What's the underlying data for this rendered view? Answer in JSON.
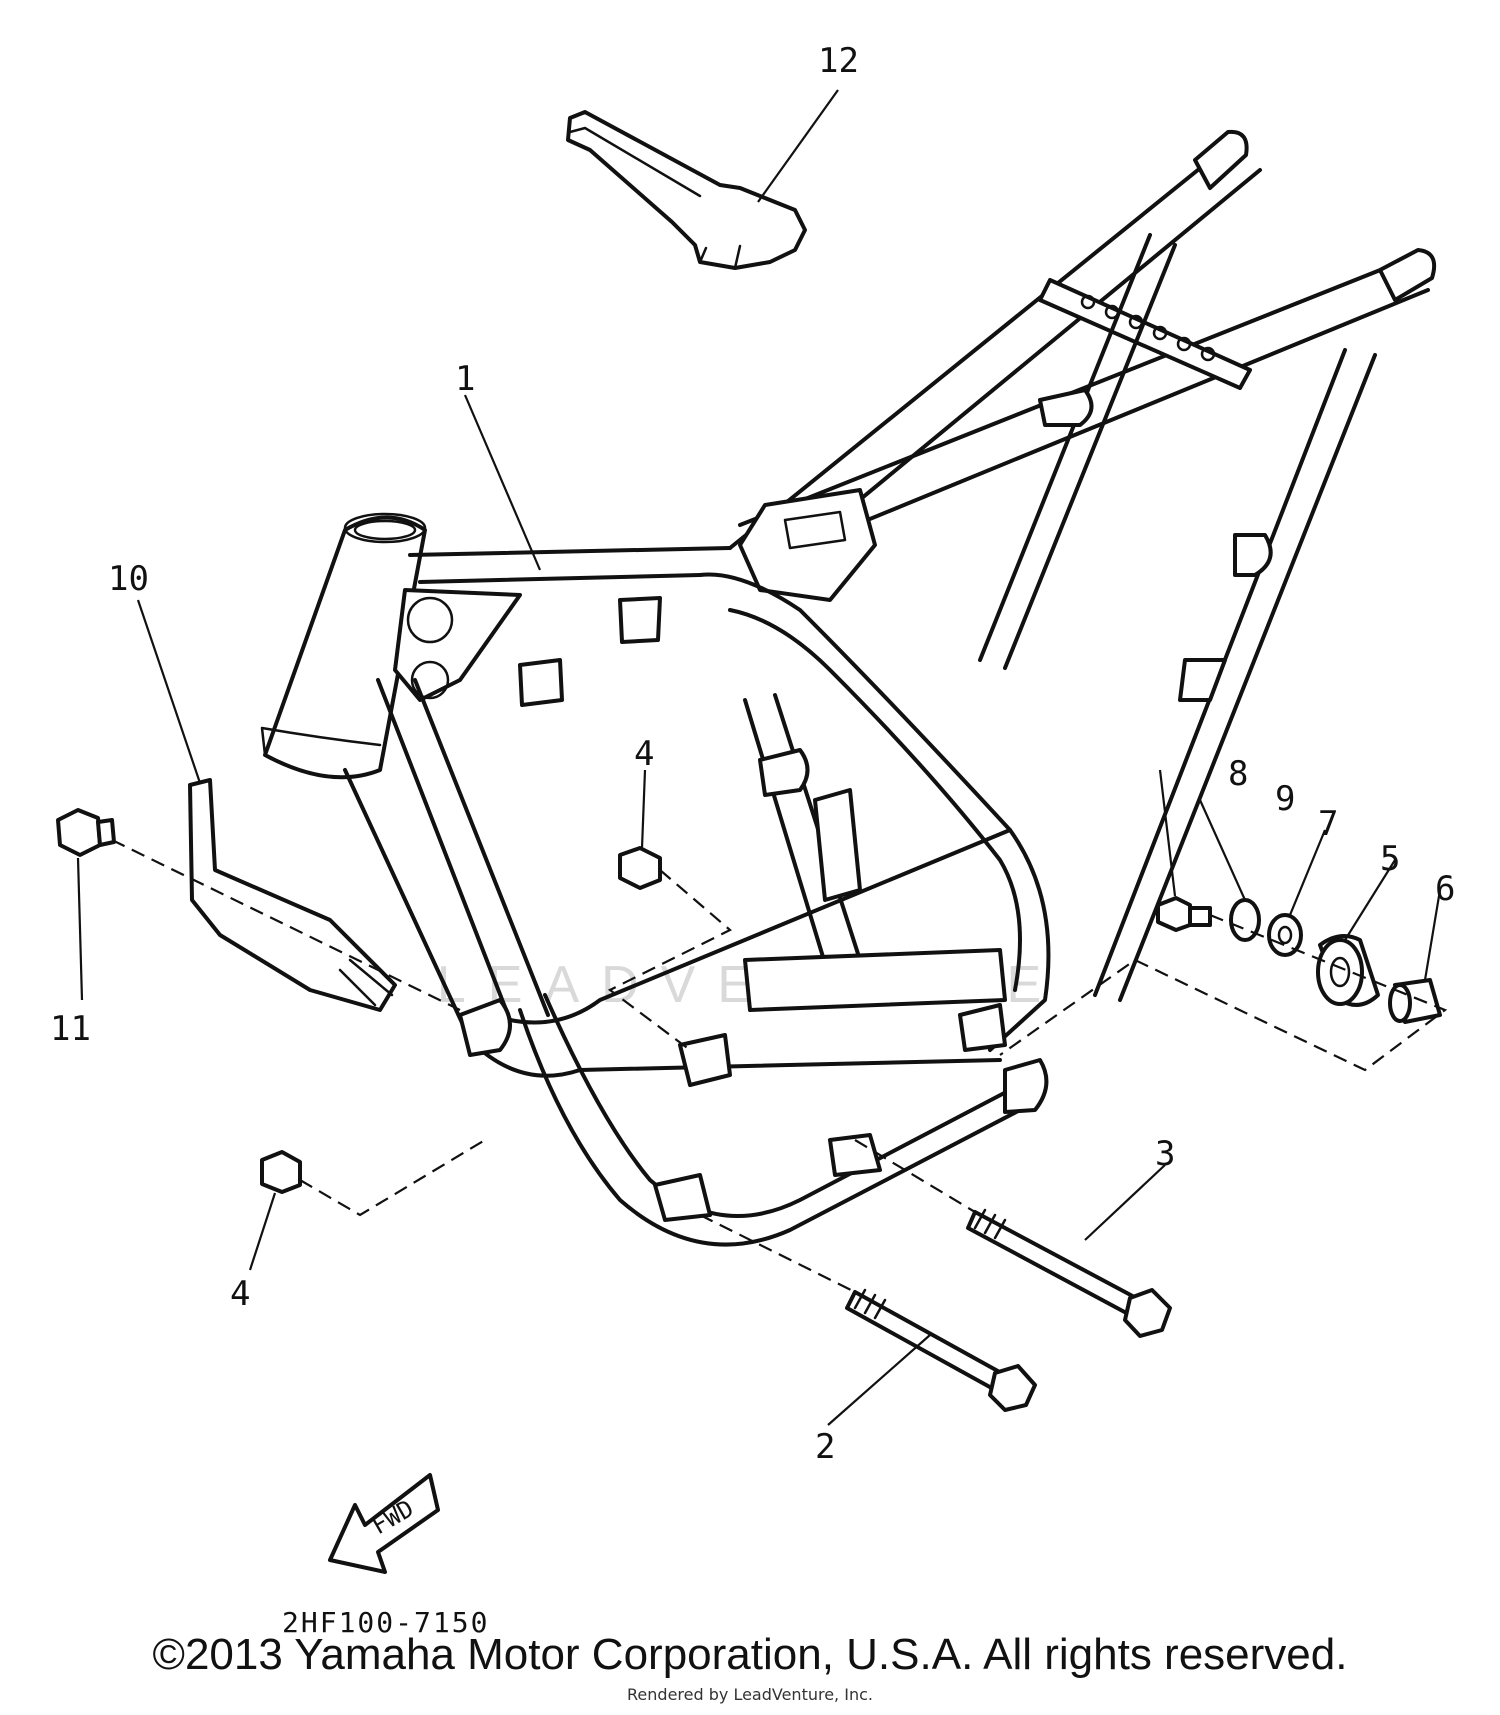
{
  "callouts": {
    "c1": "1",
    "c2": "2",
    "c3": "3",
    "c4a": "4",
    "c4b": "4",
    "c5": "5",
    "c6": "6",
    "c7": "7",
    "c8": "8",
    "c9": "9",
    "c10": "10",
    "c11": "11",
    "c12": "12"
  },
  "fwd_label": "FWD",
  "diagram_code": "2HF100-7150",
  "watermark": "LEADVENTURE",
  "copyright": "©2013 Yamaha Motor Corporation, U.S.A. All rights reserved.",
  "rendered_by": "Rendered by LeadVenture, Inc."
}
